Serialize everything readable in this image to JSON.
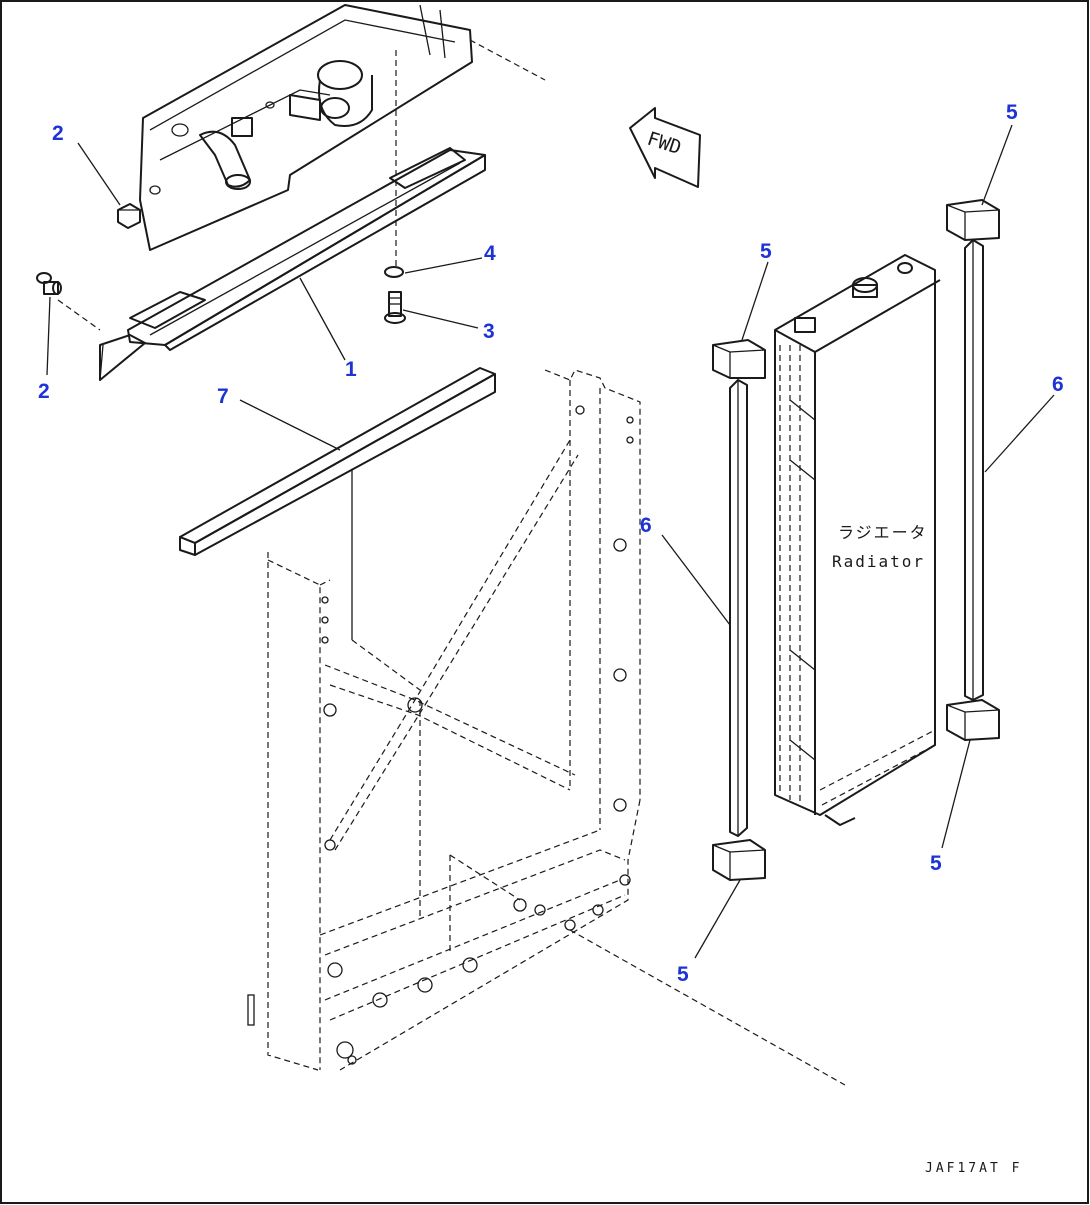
{
  "callouts": {
    "c1": "1",
    "c2a": "2",
    "c2b": "2",
    "c3": "3",
    "c4": "4",
    "c5a": "5",
    "c5b": "5",
    "c5c": "5",
    "c5d": "5",
    "c6a": "6",
    "c6b": "6",
    "c7": "7"
  },
  "labels": {
    "radiator_jp": "ラジエータ",
    "radiator_en": "Radiator",
    "fwd": "FWD",
    "drawing_code": "JAF17AT F"
  },
  "colors": {
    "callout": "#1e33d6",
    "line": "#1a1a1a",
    "background": "#ffffff"
  }
}
